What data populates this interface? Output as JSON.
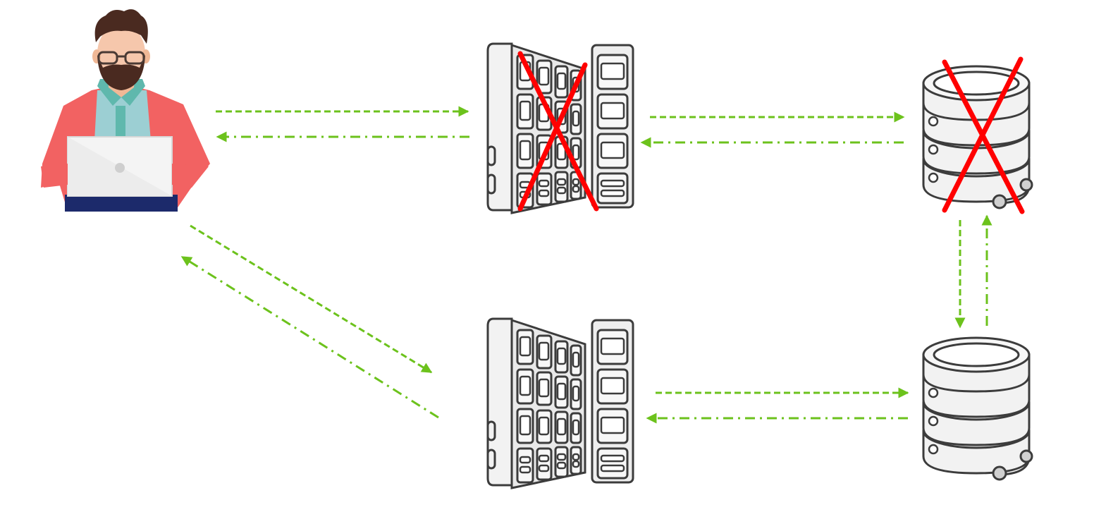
{
  "colors": {
    "background": "#ffffff",
    "arrow": "#6cc21c",
    "failure_mark": "#ff0000",
    "device_fill": "#f2f2f2",
    "device_stroke": "#3c3c3c",
    "shirt": "#f26262",
    "inner_shirt": "#9ccfd3",
    "collar": "#5fb8ad",
    "skin": "#f6c7ac",
    "hair": "#4a2a20",
    "laptop": "#f4f4f4",
    "pants": "#1c2a6b"
  },
  "nodes": [
    {
      "id": "user",
      "icon": "user-with-laptop-icon"
    },
    {
      "id": "server-primary",
      "icon": "server-rack-icon",
      "state": "failed"
    },
    {
      "id": "database-primary",
      "icon": "database-icon",
      "state": "failed"
    },
    {
      "id": "server-standby",
      "icon": "server-rack-icon",
      "state": "active"
    },
    {
      "id": "database-standby",
      "icon": "database-icon",
      "state": "active"
    }
  ],
  "connections": [
    {
      "from": "user",
      "to": "server-primary",
      "style": "dashed"
    },
    {
      "from": "server-primary",
      "to": "user",
      "style": "dash-dot"
    },
    {
      "from": "server-primary",
      "to": "database-primary",
      "style": "dashed"
    },
    {
      "from": "database-primary",
      "to": "server-primary",
      "style": "dash-dot"
    },
    {
      "from": "database-primary",
      "to": "database-standby",
      "style": "dashed"
    },
    {
      "from": "database-standby",
      "to": "database-primary",
      "style": "dash-dot"
    },
    {
      "from": "user",
      "to": "server-standby",
      "style": "dashed"
    },
    {
      "from": "server-standby",
      "to": "user",
      "style": "dash-dot"
    },
    {
      "from": "server-standby",
      "to": "database-standby",
      "style": "dashed"
    },
    {
      "from": "database-standby",
      "to": "server-standby",
      "style": "dash-dot"
    }
  ]
}
